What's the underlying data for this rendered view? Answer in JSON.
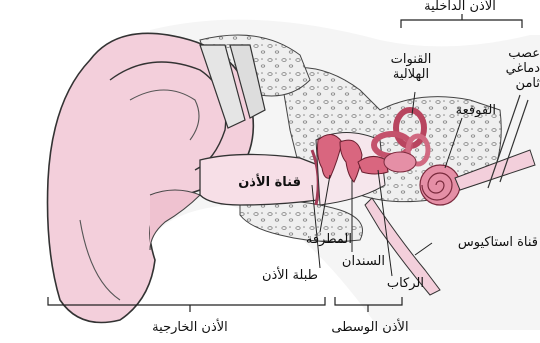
{
  "labels": {
    "inner_ear": "الأذن الداخلية",
    "semicircular_canals": "القنوات\nالهلالية",
    "nerve": "عصب\nدماغي\nثامن",
    "cochlea": "القوقعة",
    "ear_canal": "قناة الأذن",
    "hammer": "المطرقة",
    "anvil": "السندان",
    "eardrum": "طبلة الأذن",
    "stirrup": "الركاب",
    "eustachian_tube": "قناة استاكيوس",
    "outer_ear": "الأذن الخارجية",
    "middle_ear": "الأذن الوسطى"
  },
  "colors": {
    "pinna": "#f3cfdb",
    "canal": "#f7dfe7",
    "bone": "#ececec",
    "ossicle": "#d9667f",
    "cochlea": "#e58fa6",
    "outline": "#333333"
  }
}
